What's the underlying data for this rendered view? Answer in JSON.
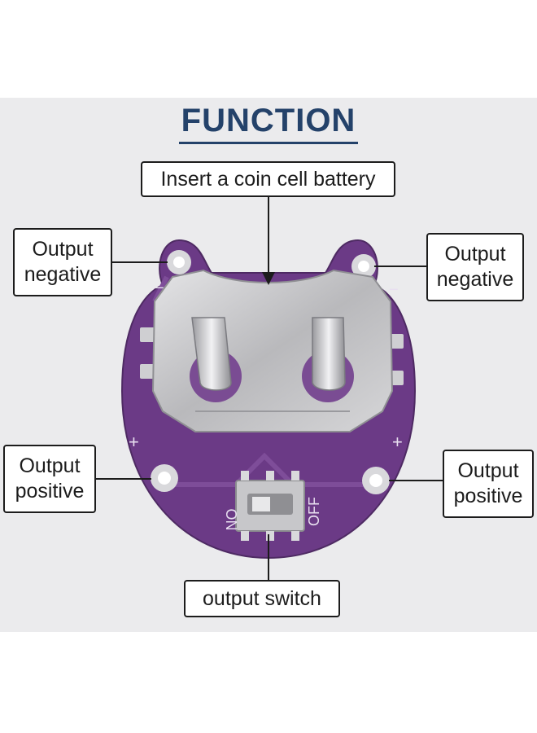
{
  "title": "FUNCTION",
  "callouts": {
    "battery": "Insert a coin cell battery",
    "negative_left_line1": "Output",
    "negative_left_line2": "negative",
    "negative_right_line1": "Output",
    "negative_right_line2": "negative",
    "positive_left_line1": "Output",
    "positive_left_line2": "positive",
    "positive_right_line1": "Output",
    "positive_right_line2": "positive",
    "switch": "output switch"
  },
  "board_marks": {
    "minus": "−",
    "plus": "+",
    "on": "ON",
    "off": "OFF"
  },
  "colors": {
    "title": "#24426a",
    "board": "#6b3a86",
    "holder": "#c9c9cb",
    "background": "#ebebed"
  }
}
